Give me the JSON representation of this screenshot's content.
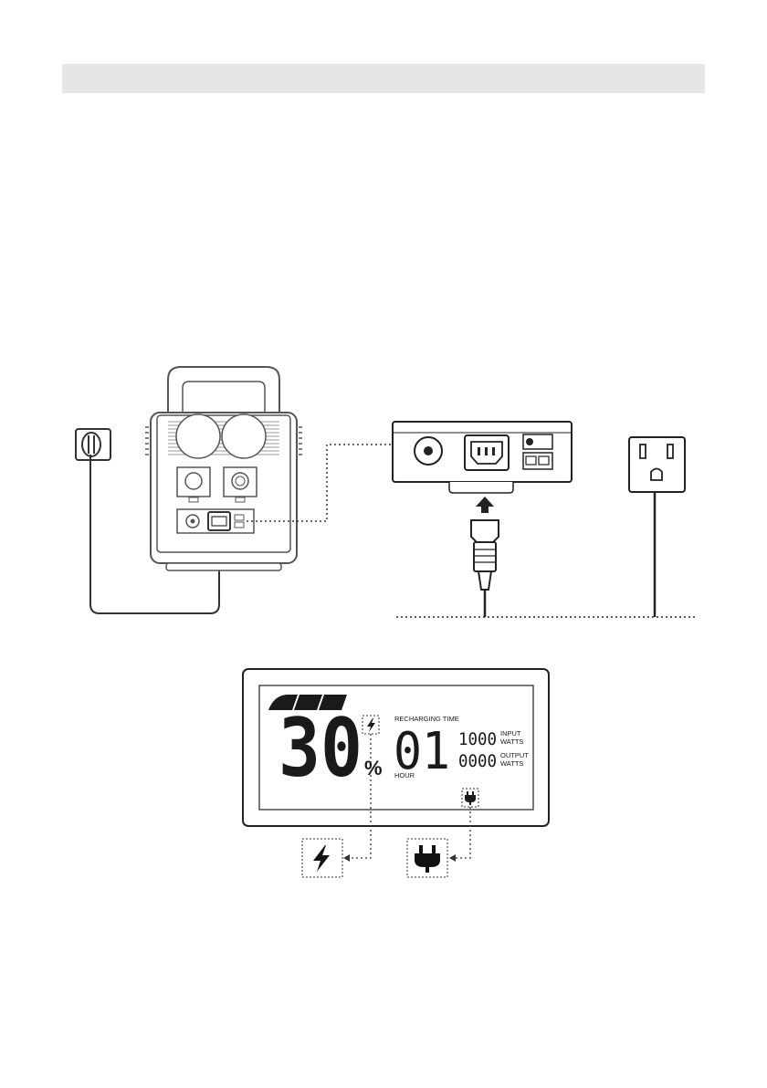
{
  "header": {
    "title": ""
  },
  "lcd": {
    "battery_percent": "30",
    "percent_sign": "%",
    "recharging_time_label": "RECHARGING TIME",
    "hour_label": "HOUR",
    "hours_value": "01",
    "input_watts_value": "1000",
    "input_label": "INPUT",
    "input_watts_label": "WATTS",
    "output_watts_value": "0000",
    "output_label": "OUTPUT",
    "output_watts_label": "WATTS",
    "battery_bars_lit": 3
  },
  "icons": {
    "charging": "lightning-icon",
    "ac_plug": "plug-icon"
  },
  "colors": {
    "line": "#2a2a2a",
    "device": "#555555",
    "header_bar": "#e6e6e6"
  }
}
